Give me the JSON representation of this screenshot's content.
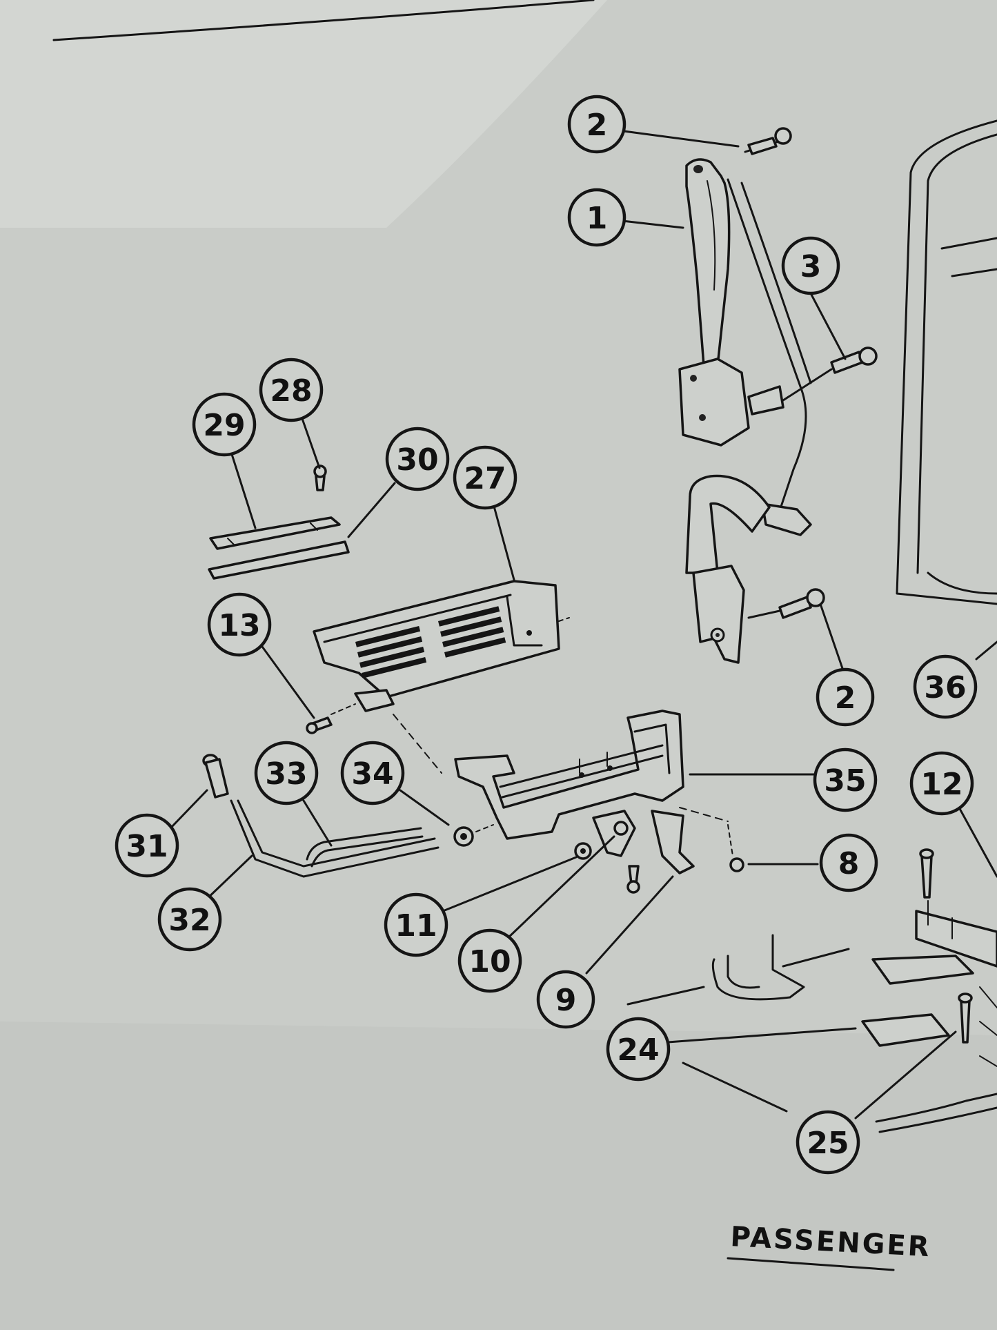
{
  "caption": "PASSENGER",
  "callouts": [
    {
      "id": "c1",
      "label": "1"
    },
    {
      "id": "c2a",
      "label": "2"
    },
    {
      "id": "c2b",
      "label": "2"
    },
    {
      "id": "c3",
      "label": "3"
    },
    {
      "id": "c8",
      "label": "8"
    },
    {
      "id": "c9",
      "label": "9"
    },
    {
      "id": "c10",
      "label": "10"
    },
    {
      "id": "c11",
      "label": "11"
    },
    {
      "id": "c12",
      "label": "12"
    },
    {
      "id": "c13",
      "label": "13"
    },
    {
      "id": "c24",
      "label": "24"
    },
    {
      "id": "c25",
      "label": "25"
    },
    {
      "id": "c27",
      "label": "27"
    },
    {
      "id": "c28",
      "label": "28"
    },
    {
      "id": "c29",
      "label": "29"
    },
    {
      "id": "c30",
      "label": "30"
    },
    {
      "id": "c31",
      "label": "31"
    },
    {
      "id": "c32",
      "label": "32"
    },
    {
      "id": "c33",
      "label": "33"
    },
    {
      "id": "c34",
      "label": "34"
    },
    {
      "id": "c35",
      "label": "35"
    },
    {
      "id": "c36",
      "label": "36"
    }
  ],
  "colors": {
    "paper": "#c9ccc8",
    "ink": "#151515",
    "shadow": "#b9bcb8"
  }
}
